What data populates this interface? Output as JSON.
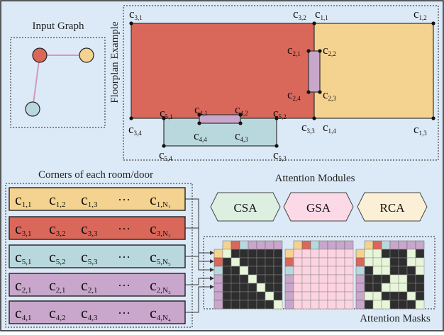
{
  "labels": {
    "input_graph": "Input Graph",
    "floorplan_example": "Floorplan Example",
    "corners_title": "Corners of each room/door",
    "attention_modules": "Attention Modules",
    "attention_masks": "Attention Masks"
  },
  "modules": [
    {
      "label": "CSA",
      "color": "#dcefe0"
    },
    {
      "label": "GSA",
      "color": "#fbd9e6"
    },
    {
      "label": "RCA",
      "color": "#fbf0d6"
    }
  ],
  "colors": {
    "background": "#dce9f6",
    "room1": "#f4d28f",
    "room3": "#d9675a",
    "room5": "#b9d8dd",
    "door": "#c9a6cb",
    "edge": "#d19ac0",
    "mask_dark": "#2e2e2e",
    "mask_light": "#e7f5d9",
    "mask_pink": "#fcd3e0"
  },
  "graph_nodes": [
    {
      "name": "room3-node",
      "color": "#d9675a"
    },
    {
      "name": "room1-node",
      "color": "#f4d28f"
    },
    {
      "name": "room5-node",
      "color": "#b9d8dd"
    }
  ],
  "corner_labels": [
    {
      "main": "c",
      "sub": "3,1"
    },
    {
      "main": "c",
      "sub": "3,2"
    },
    {
      "main": "c",
      "sub": "1,1"
    },
    {
      "main": "c",
      "sub": "1,2"
    },
    {
      "main": "c",
      "sub": "2,1"
    },
    {
      "main": "c",
      "sub": "2,2"
    },
    {
      "main": "c",
      "sub": "2,4"
    },
    {
      "main": "c",
      "sub": "2,3"
    },
    {
      "main": "c",
      "sub": "4,1"
    },
    {
      "main": "c",
      "sub": "4,2"
    },
    {
      "main": "c",
      "sub": "5,1"
    },
    {
      "main": "c",
      "sub": "5,2"
    },
    {
      "main": "c",
      "sub": "3,4"
    },
    {
      "main": "c",
      "sub": "4,4"
    },
    {
      "main": "c",
      "sub": "4,3"
    },
    {
      "main": "c",
      "sub": "3,3"
    },
    {
      "main": "c",
      "sub": "1,4"
    },
    {
      "main": "c",
      "sub": "1,3"
    },
    {
      "main": "c",
      "sub": "5,4"
    },
    {
      "main": "c",
      "sub": "5,3"
    }
  ],
  "corner_rows": [
    {
      "color": "#f4d28f",
      "items": [
        {
          "main": "c",
          "sub": "1,1"
        },
        {
          "main": "c",
          "sub": "1,2"
        },
        {
          "main": "c",
          "sub": "1,3"
        },
        {
          "main": "···",
          "sub": ""
        },
        {
          "main": "c",
          "sub": "1,N₁"
        }
      ]
    },
    {
      "color": "#d9675a",
      "items": [
        {
          "main": "c",
          "sub": "3,1"
        },
        {
          "main": "c",
          "sub": "3,2"
        },
        {
          "main": "c",
          "sub": "3,3"
        },
        {
          "main": "···",
          "sub": ""
        },
        {
          "main": "c",
          "sub": "3,N₃"
        }
      ]
    },
    {
      "color": "#b9d8dd",
      "items": [
        {
          "main": "c",
          "sub": "5,1"
        },
        {
          "main": "c",
          "sub": "5,2"
        },
        {
          "main": "c",
          "sub": "5,3"
        },
        {
          "main": "···",
          "sub": ""
        },
        {
          "main": "c",
          "sub": "5,N₅"
        }
      ]
    },
    {
      "color": "#c9a6cb",
      "items": [
        {
          "main": "c",
          "sub": "2,1"
        },
        {
          "main": "c",
          "sub": "2,1"
        },
        {
          "main": "c",
          "sub": "2,1"
        },
        {
          "main": "···",
          "sub": ""
        },
        {
          "main": "c",
          "sub": "2,N₂"
        }
      ]
    },
    {
      "color": "#c9a6cb",
      "items": [
        {
          "main": "c",
          "sub": "4,1"
        },
        {
          "main": "c",
          "sub": "4,2"
        },
        {
          "main": "c",
          "sub": "4,3"
        },
        {
          "main": "···",
          "sub": ""
        },
        {
          "main": "c",
          "sub": "4,N₄"
        }
      ]
    }
  ],
  "mask_header_colors": [
    "#f4d28f",
    "#d9675a",
    "#b9d8dd",
    "#c9a6cb",
    "#c9a6cb"
  ],
  "masks": [
    {
      "name": "csa-mask",
      "cells": [
        [
          1,
          0,
          0,
          0,
          0,
          0,
          0
        ],
        [
          0,
          1,
          0,
          0,
          0,
          0,
          0
        ],
        [
          0,
          0,
          1,
          0,
          0,
          0,
          0
        ],
        [
          0,
          0,
          0,
          1,
          0,
          0,
          0
        ],
        [
          0,
          0,
          0,
          0,
          1,
          0,
          0
        ],
        [
          0,
          0,
          0,
          0,
          0,
          1,
          0
        ],
        [
          0,
          0,
          0,
          0,
          0,
          0,
          1
        ]
      ]
    },
    {
      "name": "gsa-mask",
      "cells": [
        [
          2,
          2,
          2,
          2,
          2,
          2,
          2
        ],
        [
          2,
          2,
          2,
          2,
          2,
          2,
          2
        ],
        [
          2,
          2,
          2,
          2,
          2,
          2,
          2
        ],
        [
          2,
          2,
          2,
          2,
          2,
          2,
          2
        ],
        [
          2,
          2,
          2,
          2,
          2,
          2,
          2
        ],
        [
          2,
          2,
          2,
          2,
          2,
          2,
          2
        ],
        [
          2,
          2,
          2,
          2,
          2,
          2,
          2
        ]
      ]
    },
    {
      "name": "rca-mask",
      "cells": [
        [
          1,
          1,
          0,
          0,
          0,
          1,
          0
        ],
        [
          1,
          1,
          1,
          0,
          0,
          1,
          1
        ],
        [
          0,
          1,
          1,
          0,
          0,
          0,
          1
        ],
        [
          0,
          0,
          0,
          1,
          1,
          0,
          0
        ],
        [
          0,
          0,
          1,
          1,
          1,
          0,
          0
        ],
        [
          1,
          1,
          0,
          0,
          0,
          1,
          0
        ],
        [
          0,
          1,
          1,
          0,
          0,
          0,
          1
        ]
      ]
    }
  ]
}
